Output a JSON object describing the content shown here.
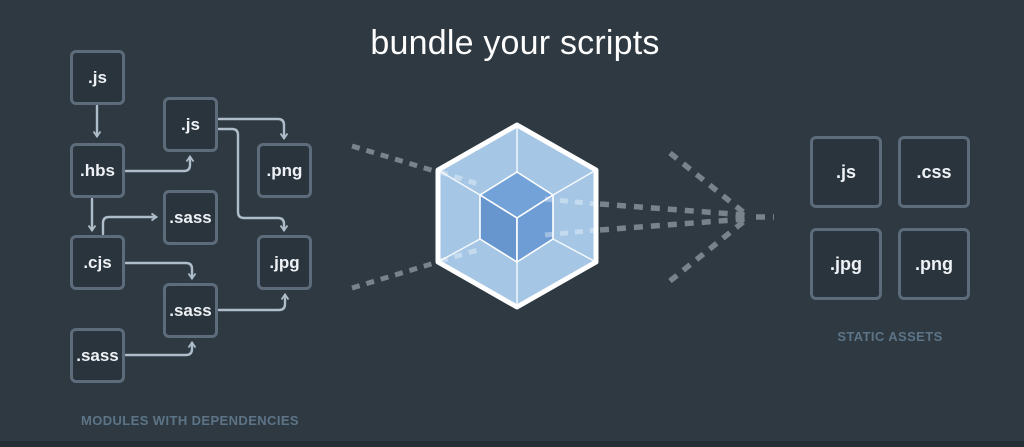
{
  "title": "bundle your scripts",
  "left": {
    "label": "MODULES WITH DEPENDENCIES",
    "boxes": [
      {
        "label": ".js"
      },
      {
        "label": ".js"
      },
      {
        "label": ".hbs"
      },
      {
        "label": ".png"
      },
      {
        "label": ".sass"
      },
      {
        "label": ".cjs"
      },
      {
        "label": ".jpg"
      },
      {
        "label": ".sass"
      },
      {
        "label": ".sass"
      }
    ]
  },
  "right": {
    "label": "STATIC ASSETS",
    "boxes": [
      {
        "label": ".js"
      },
      {
        "label": ".css"
      },
      {
        "label": ".jpg"
      },
      {
        "label": ".png"
      }
    ]
  },
  "logo": {
    "name": "webpack-cube"
  },
  "colors": {
    "background": "#2e3941",
    "box_border": "#5c6c7a",
    "box_text": "#eef2f6",
    "connector": "#aebdc9",
    "dashed_line": "#79838c",
    "section_label": "#5d7487",
    "cube_outer_fill": "#a5c6e5",
    "cube_inner_top": "#73a2d9",
    "cube_inner_left": "#6795ce",
    "cube_inner_right": "#6e9dd5",
    "cube_edge": "#ffffff"
  }
}
